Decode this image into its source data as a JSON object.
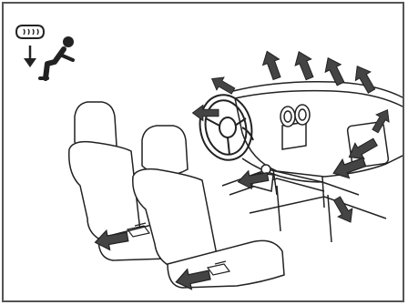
{
  "diagram": {
    "mode_icons": [
      "defrost-icon",
      "down-arrow-icon",
      "seated-person-icon"
    ],
    "airflow_directions": {
      "windshield": "up",
      "side_vents": "outward",
      "center_console": "rear",
      "floor_front": "down",
      "rear_seats": "floor"
    },
    "colors": {
      "line": "#222222",
      "arrow_fill": "#444444",
      "frame": "#555555",
      "background": "#ffffff"
    }
  }
}
